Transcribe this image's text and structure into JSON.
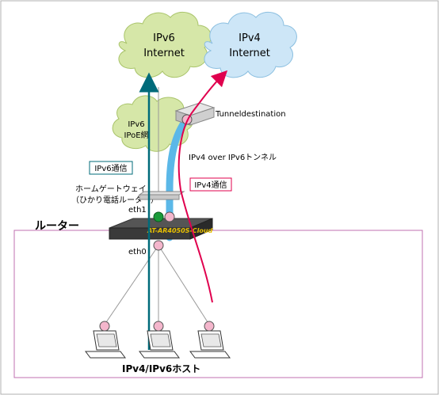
{
  "clouds": {
    "ipv6_internet": {
      "line1": "IPv6",
      "line2": "Internet",
      "color": "#d6e7a8",
      "stroke": "#a9c46a"
    },
    "ipv4_internet": {
      "line1": "IPv4",
      "line2": "Internet",
      "color": "#cde6f7",
      "stroke": "#8bbfe0"
    },
    "ipoe": {
      "line1": "IPv6",
      "line2": "IPoE網",
      "color": "#d6e7a8",
      "stroke": "#a9c46a"
    }
  },
  "labels": {
    "tunnel_destination": "Tunneldestination",
    "ipv4_over_ipv6": "IPv4 over IPv6トンネル",
    "ipv6_comm": "IPv6通信",
    "ipv4_comm": "IPv4通信",
    "home_gateway_line1": "ホームゲートウェイ",
    "home_gateway_line2": "（ひかり電話ルーター）",
    "router": "ルーター",
    "router_model": "AT-AR4050S-Cloud",
    "eth1": "eth1",
    "eth0": "eth0",
    "hosts": "IPv4/IPv6ホスト"
  },
  "colors": {
    "ipv6_arrow": "#006b7a",
    "ipv4_arrow": "#e0004e",
    "tunnel": "#5bb8e8",
    "lan_box": "#c070b0",
    "node_pink": "#f4b6cc",
    "node_green": "#1a9a3a"
  }
}
